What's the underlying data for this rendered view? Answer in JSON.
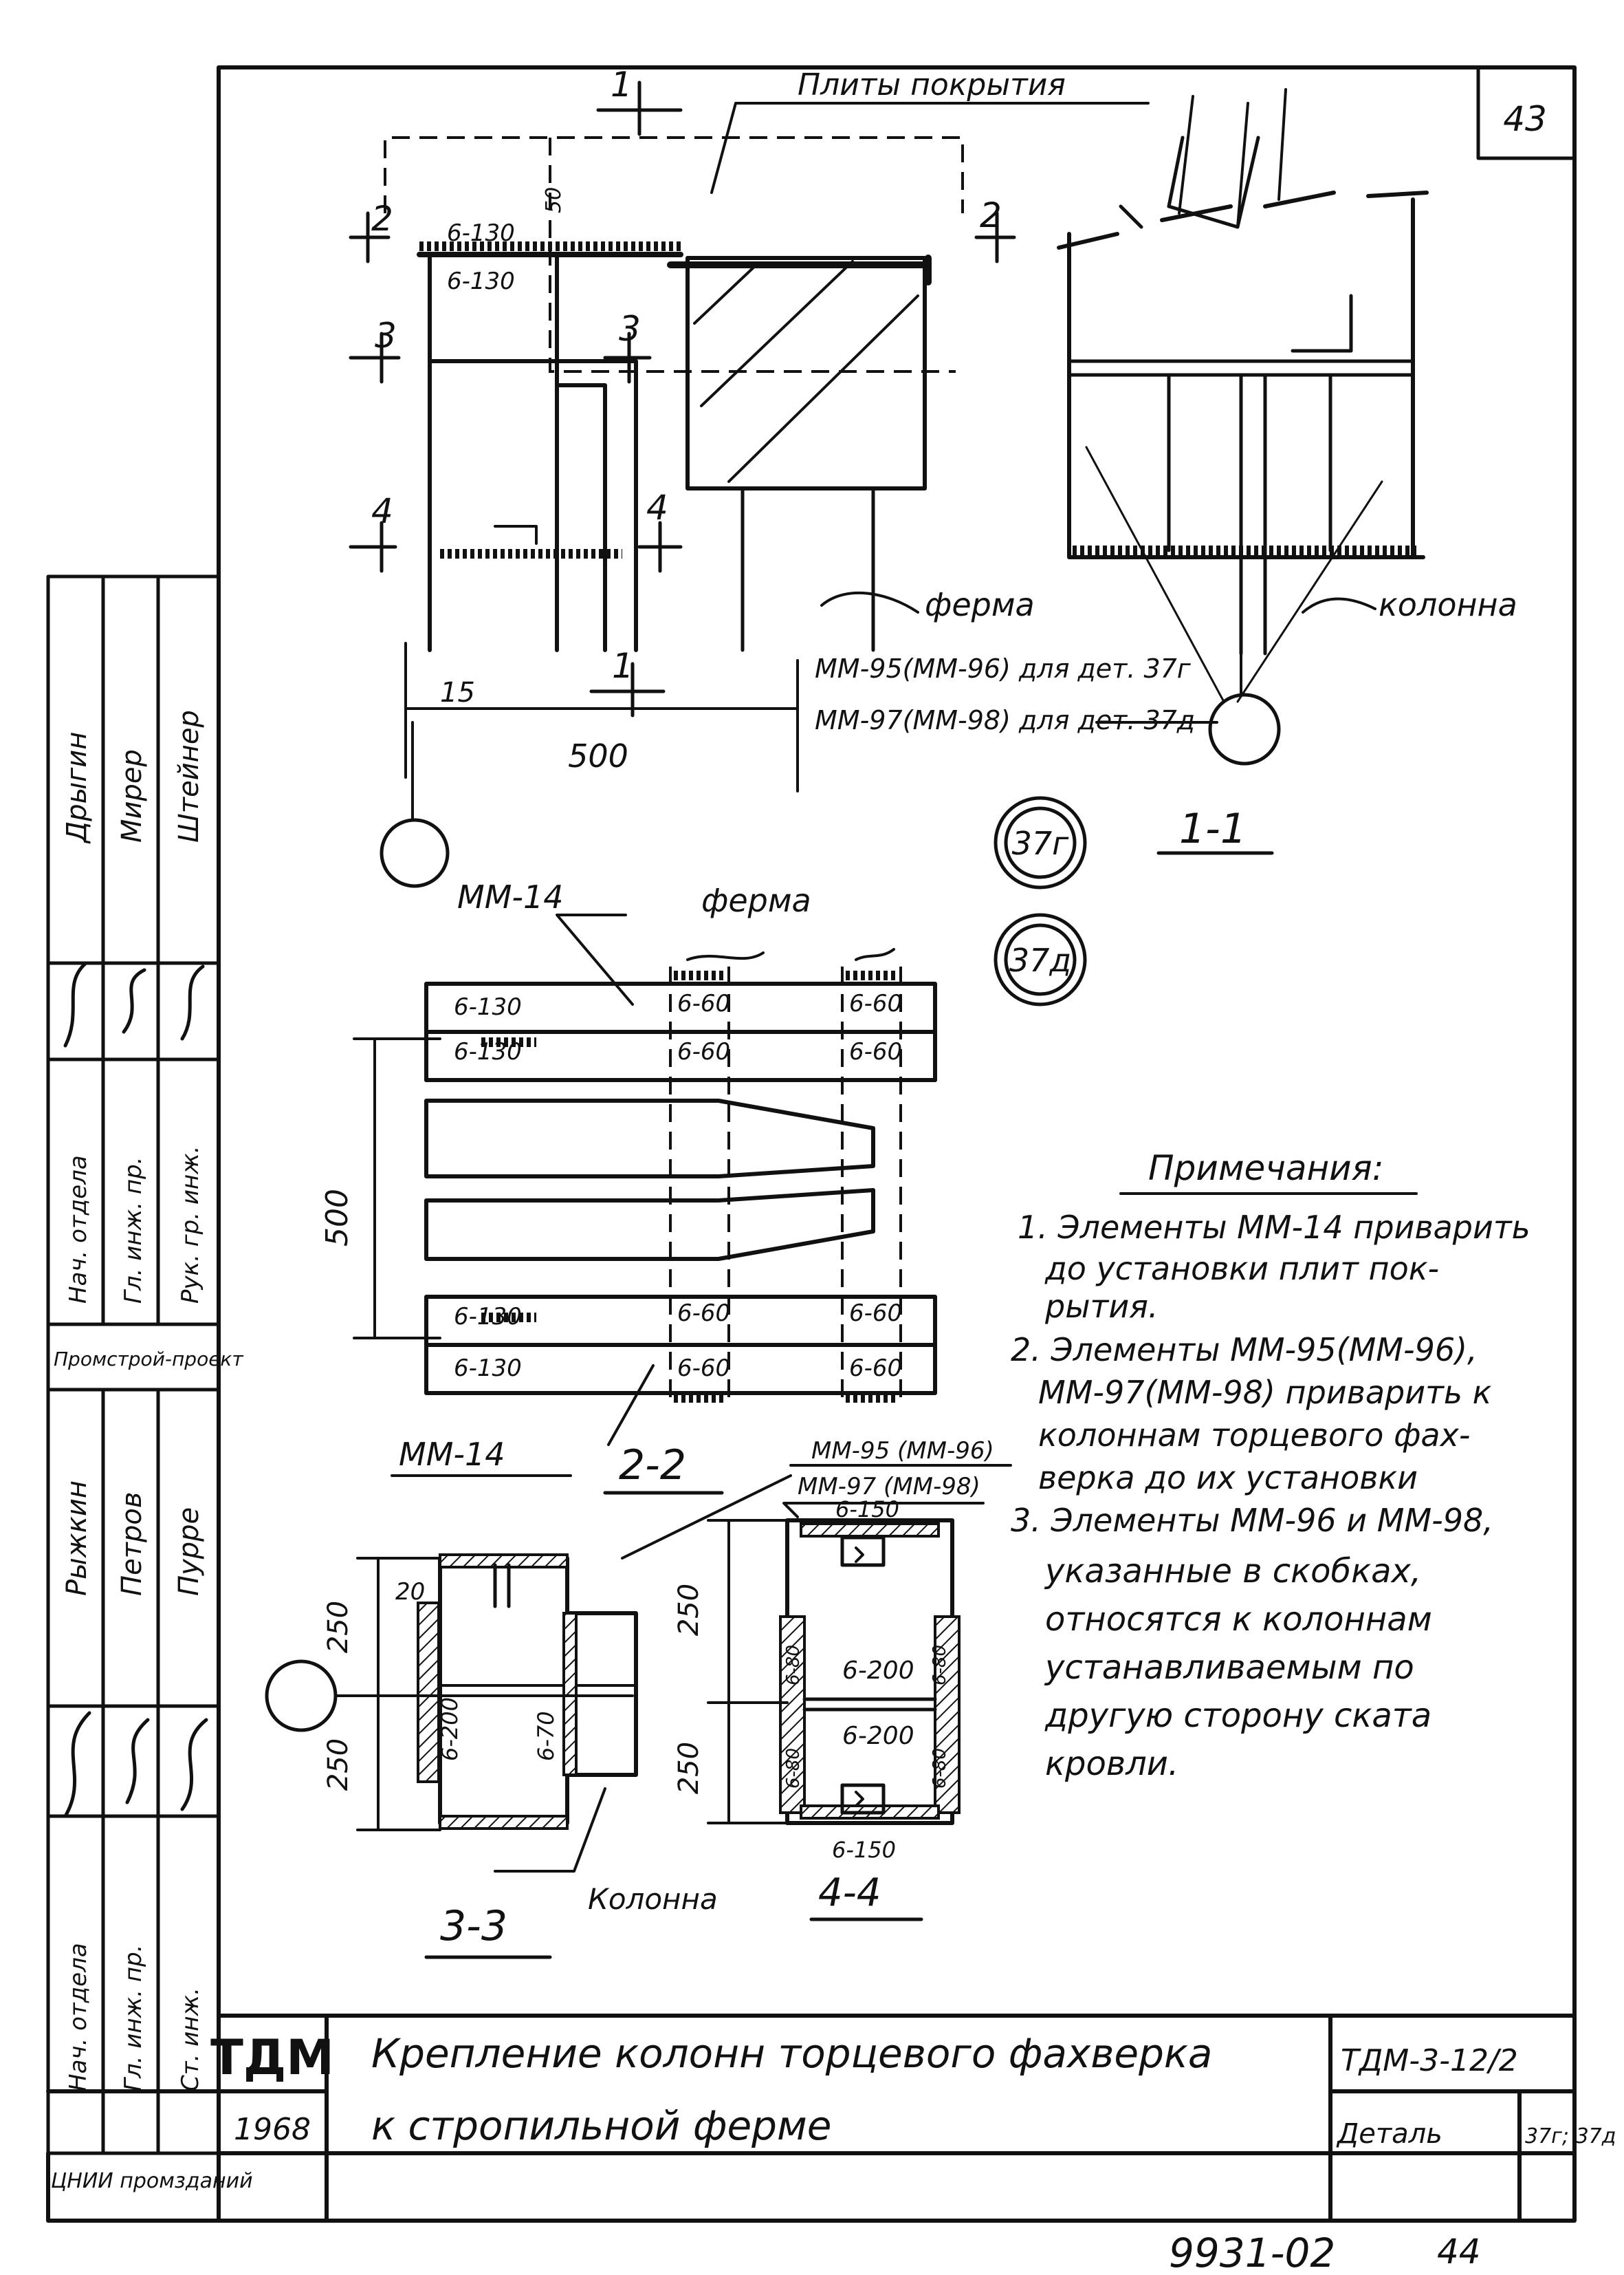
{
  "sheet": {
    "page_number": "43",
    "bottom_page_number": "44",
    "archive_code": "9931-02"
  },
  "title_block": {
    "org_short": "ТДМ",
    "year": "1968",
    "title_line1": "Крепление колонн торцевого фахверка",
    "title_line2": "к стропильной ферме",
    "series": "ТДМ-3-12/2",
    "detail_label": "Деталь",
    "detail_value": "37г; 37д"
  },
  "left_stamp": {
    "upper_roles": [
      "Нач. отдела",
      "Гл. инж. пр.",
      "Рук. гр. инж."
    ],
    "upper_names": [
      "Дрыгин",
      "Мирер",
      "Штейнер"
    ],
    "upper_org": "Промстрой-проект",
    "lower_roles": [
      "Нач. отдела",
      "Гл. инж. пр.",
      "Ст. инж."
    ],
    "lower_names": [
      "Рыжкин",
      "Петров",
      "Пурре"
    ],
    "lower_org": "ЦНИИ промзданий"
  },
  "notes": {
    "heading": "Примечания:",
    "lines": [
      "1. Элементы ММ-14 приварить",
      "до установки плит пок-",
      "рытия.",
      "2. Элементы ММ-95(ММ-96),",
      "ММ-97(ММ-98) приварить к",
      "колоннам торцевого фах-",
      "верка до их установки",
      "3. Элементы ММ-96 и ММ-98,",
      "указанные в скобках,",
      "относятся к колоннам",
      "устанавливаемым по",
      "другую сторону ската",
      "кровли."
    ]
  },
  "drawing": {
    "roof_plates_label": "Плиты покрытия",
    "truss_label": "ферма",
    "column_label": "колонна",
    "column_label_cap": "Колонна",
    "mark_a": "ММ-95(ММ-96) для дет. 37г",
    "mark_b": "ММ-97(ММ-98) для дет. 37д",
    "mark_mm14": "ММ-14",
    "mark_mm95": "ММ-95 (ММ-96)",
    "mark_mm97": "ММ-97 (ММ-98)",
    "detail_37g": "37г",
    "detail_37d": "37д",
    "sec_1_1": "1-1",
    "sec_2_2": "2-2",
    "sec_3_3": "3-3",
    "sec_4_4": "4-4",
    "cut_1": "1",
    "cut_2": "2",
    "cut_3": "3",
    "cut_4": "4",
    "dim_500": "500",
    "dim_15": "15",
    "dim_250": "250",
    "dim_20": "20",
    "dim_50": "50",
    "weld_6_130": "6-130",
    "weld_6_60": "6-60",
    "weld_6_200": "6-200",
    "weld_6_150": "6-150",
    "weld_6_80": "6-80",
    "weld_6_70": "6-70"
  }
}
